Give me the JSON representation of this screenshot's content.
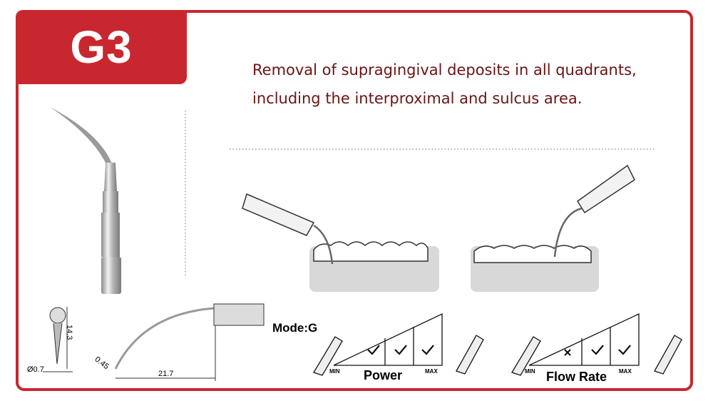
{
  "badge": {
    "model": "G3"
  },
  "description": {
    "line1": "Removal of supragingival deposits in all quadrants,",
    "line2": "including the interproximal and sulcus area."
  },
  "dimensions": {
    "length": "14.3",
    "diameter": "Ø0.7",
    "tip": "0.45",
    "width": "21.7"
  },
  "mode": {
    "label": "Mode:G",
    "power": {
      "label": "Power",
      "min": "MIN",
      "max": "MAX",
      "levels": [
        "check",
        "check",
        "check"
      ]
    },
    "flow": {
      "label": "Flow Rate",
      "min": "MIN",
      "max": "MAX",
      "levels": [
        "cross",
        "check",
        "check"
      ]
    }
  },
  "colors": {
    "accent": "#c8272f",
    "text": "#6b1414"
  }
}
